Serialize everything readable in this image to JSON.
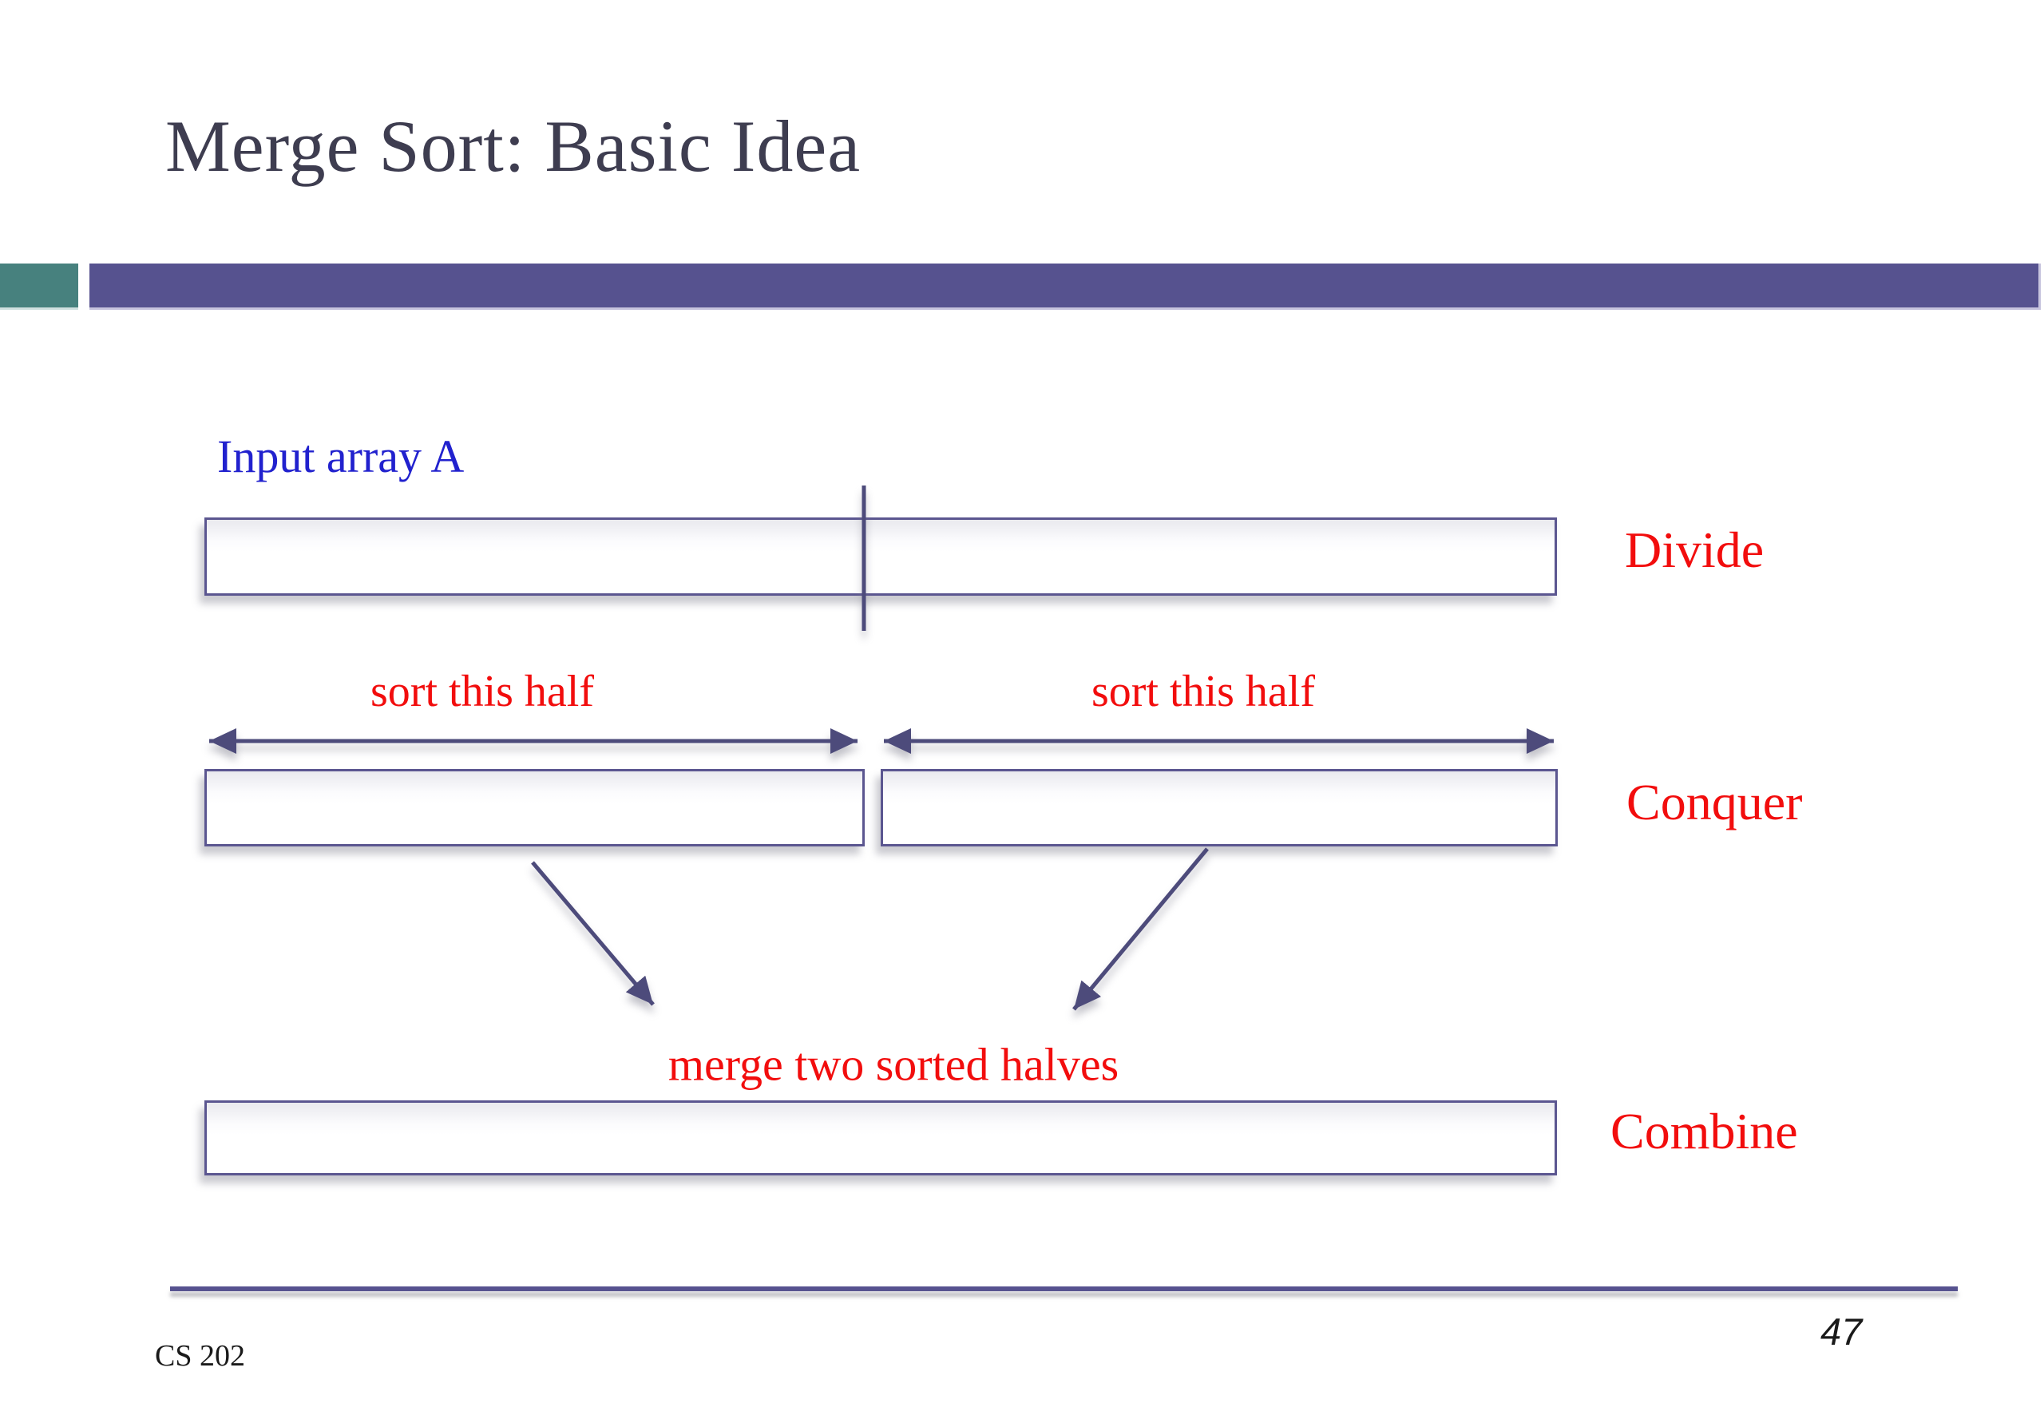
{
  "slide": {
    "title": "Merge Sort: Basic Idea",
    "footer_course": "CS 202",
    "page_number": "47"
  },
  "diagram": {
    "input_label": "Input array A",
    "stage_labels": {
      "divide": "Divide",
      "conquer": "Conquer",
      "combine": "Combine"
    },
    "sort_left_label": "sort this half",
    "sort_right_label": "sort this half",
    "merge_label": "merge two sorted halves"
  },
  "theme": {
    "accent_teal": "#47817E",
    "accent_purple": "#56528F",
    "box_border": "#5B5690",
    "arrow_color": "#4D4B7B",
    "title_color": "#3E3D50",
    "label_red": "#F20D0D",
    "label_blue": "#2121CE",
    "footer_text": "#1A1A1A"
  }
}
